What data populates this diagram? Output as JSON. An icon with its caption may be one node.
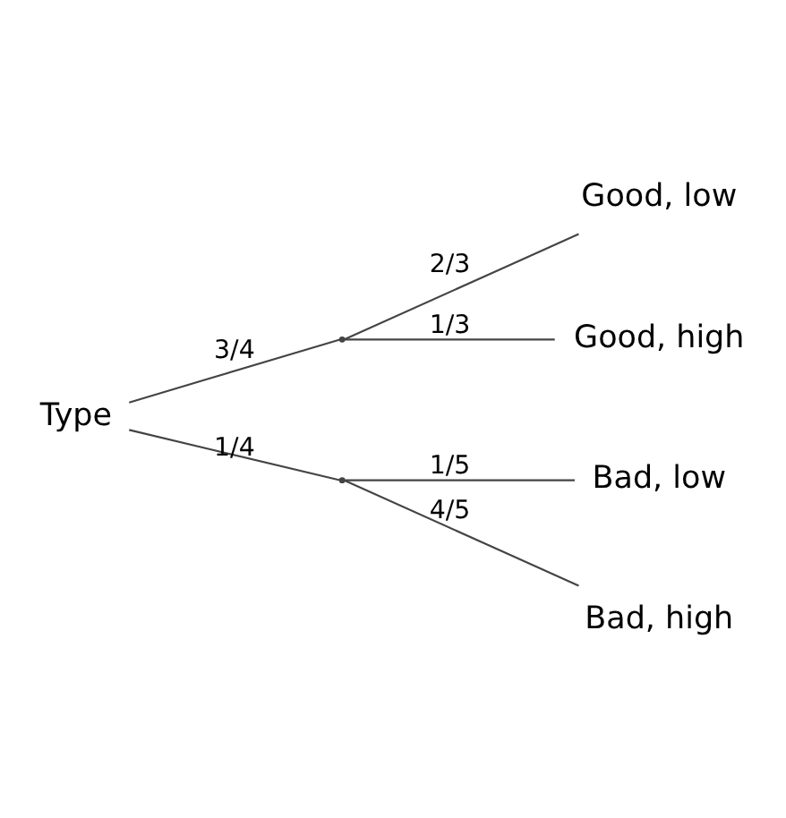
{
  "diagram": {
    "nodes": [
      {
        "text": [
          "Type"
        ]
      },
      {
        "text": [],
        "shape": "point"
      },
      {
        "text": [],
        "shape": "point"
      },
      {
        "text": [
          "Good, low"
        ]
      },
      {
        "text": [
          "Good, high"
        ]
      },
      {
        "text": [
          "Bad, low"
        ]
      },
      {
        "text": [
          "Bad, high"
        ]
      }
    ],
    "edges": [
      {
        "from": 0,
        "to": 1,
        "arrow": "none",
        "label": "3/4"
      },
      {
        "from": 0,
        "to": 2,
        "arrow": "none",
        "label": "1/4"
      },
      {
        "from": 1,
        "to": 3,
        "arrow": "none",
        "label": "2/3"
      },
      {
        "from": 1,
        "to": 4,
        "arrow": "none",
        "label": "1/3"
      },
      {
        "from": 2,
        "to": 5,
        "arrow": "none",
        "label": "1/5"
      },
      {
        "from": 2,
        "to": 6,
        "arrow": "none",
        "label": "4/5"
      }
    ]
  }
}
